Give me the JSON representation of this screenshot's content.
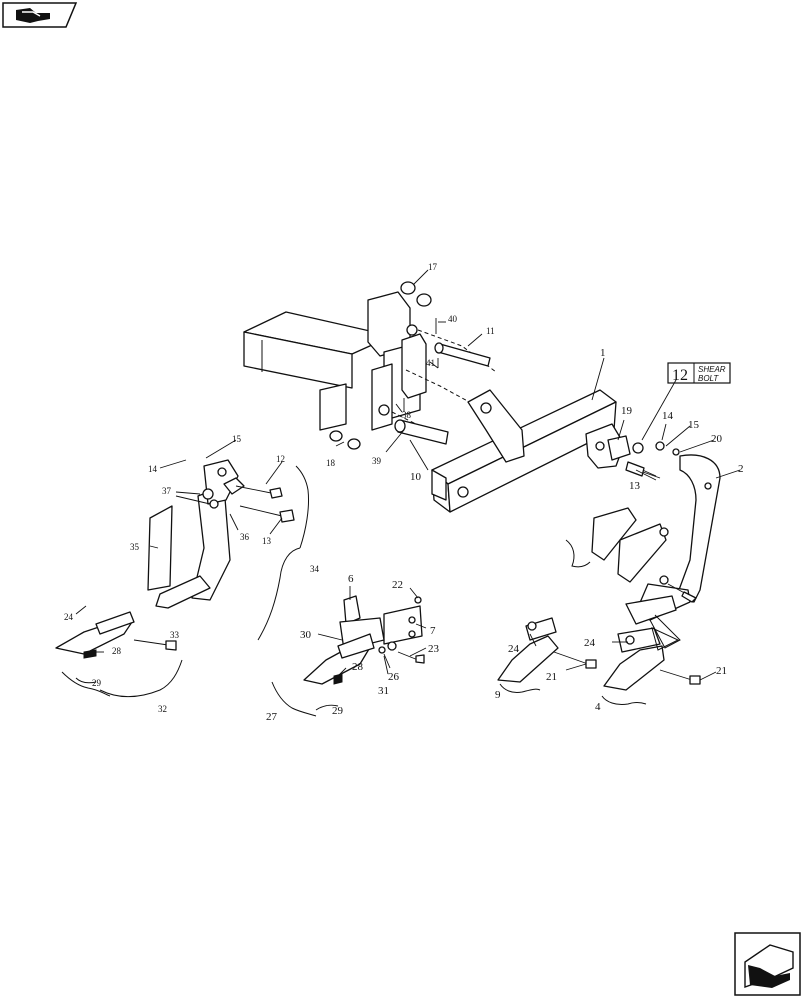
{
  "callouts": {
    "c1": "1",
    "c2": "2",
    "c4": "4",
    "c6": "6",
    "c7": "7",
    "c9": "9",
    "c10": "10",
    "c11": "11",
    "c12a": "12",
    "c13a": "13",
    "c13b": "13",
    "c14a": "14",
    "c14b": "14",
    "c15a": "15",
    "c15b": "15",
    "c17": "17",
    "c18": "18",
    "c19": "19",
    "c20": "20",
    "c21a": "21",
    "c21b": "21",
    "c22": "22",
    "c23": "23",
    "c24a": "24",
    "c24b": "24",
    "c24c": "24",
    "c26": "26",
    "c27": "27",
    "c28a": "28",
    "c28b": "28",
    "c29a": "29",
    "c29b": "29",
    "c30": "30",
    "c31": "31",
    "c32": "32",
    "c33": "33",
    "c34": "34",
    "c35": "35",
    "c36": "36",
    "c37": "37",
    "c38": "38",
    "c39": "39",
    "c40": "40",
    "c41": "41"
  },
  "shear_box": {
    "number": "12",
    "line1": "SHEAR",
    "line2": "BOLT"
  },
  "icons": {
    "top_left": "book-hand-icon",
    "bottom_right": "next-page-arrow-icon"
  }
}
